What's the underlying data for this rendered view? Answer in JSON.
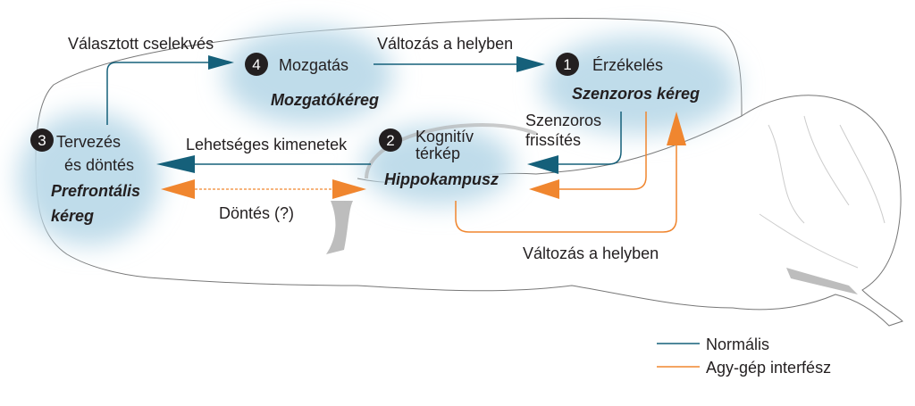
{
  "colors": {
    "normal": "#15607a",
    "bmi": "#f0862f",
    "region": "#bfdcea",
    "outline": "#555555"
  },
  "steps": [
    {
      "number": "1",
      "label": "Érzékelés",
      "region": "Szenzoros kéreg"
    },
    {
      "number": "2",
      "label_line1": "Kognitív",
      "label_line2": "térkép",
      "region": "Hippokampusz"
    },
    {
      "number": "3",
      "label_line1": "Tervezés",
      "label_line2": "és döntés",
      "region_line1": "Prefrontális",
      "region_line2": "kéreg"
    },
    {
      "number": "4",
      "label": "Mozgatás",
      "region": "Mozgatókéreg"
    }
  ],
  "edges": {
    "chosen_action": "Választott cselekvés",
    "change_in_place_top": "Változás a helyben",
    "sensory_update_line1": "Szenzoros",
    "sensory_update_line2": "frissítés",
    "possible_outcomes": "Lehetséges kimenetek",
    "decision": "Döntés (?)",
    "change_in_place_bottom": "Változás a helyben"
  },
  "legend": [
    {
      "label": "Normális",
      "color": "#15607a"
    },
    {
      "label": "Agy-gép interfész",
      "color": "#f0862f"
    }
  ]
}
